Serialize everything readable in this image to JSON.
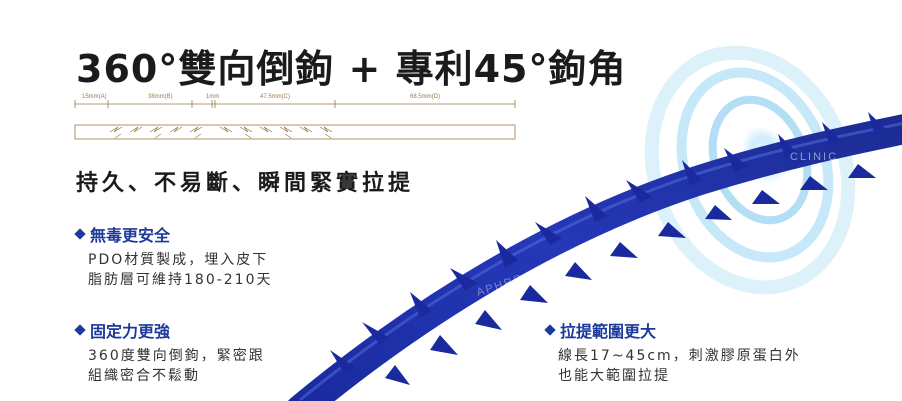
{
  "headline": "360°雙向倒鉤 + 專利45°鉤角",
  "diagram": {
    "labels": [
      "15mm(A)",
      "38mm(B)",
      "1mm",
      "47.5mm(C)",
      "68.5mm(D)"
    ]
  },
  "subtitle": "持久、不易斷、瞬間緊實拉提",
  "features": [
    {
      "title": "無毒更安全",
      "desc_line1": "PDO材質製成，埋入皮下",
      "desc_line2": "脂肪層可維持180-210天"
    },
    {
      "title": "固定力更強",
      "desc_line1": "360度雙向倒鉤，緊密跟",
      "desc_line2": "組織密合不鬆動"
    },
    {
      "title": "拉提範圍更大",
      "desc_line1": "線長17~45cm，刺激膠原蛋白外",
      "desc_line2": "也能大範圍拉提"
    }
  ],
  "watermark": [
    "CLINIC",
    "APHRO"
  ],
  "colors": {
    "accent": "#1d3a9a",
    "thread": "#1f2fa8",
    "gold": "#9a7a4a",
    "glow": "#6fc4ee"
  }
}
